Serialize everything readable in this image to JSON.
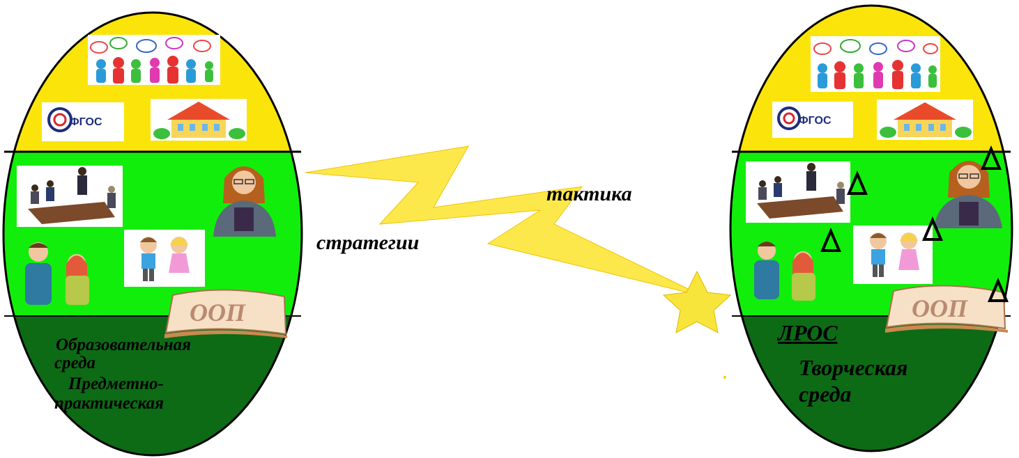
{
  "colors": {
    "top_band": "#fbe40a",
    "middle_band": "#12ee0b",
    "bottom_band": "#0d6b16",
    "lightning": "#fde84c",
    "star": "#f8e53c"
  },
  "left_egg": {
    "fgos_logo": "ФГОС",
    "book_label": "ООП",
    "text_line1": "Образовательная",
    "text_line2": "среда",
    "text_line3": "Предметно-",
    "text_line4": "практическая"
  },
  "right_egg": {
    "fgos_logo": "ФГОС",
    "book_label": "ООП",
    "underlined_label": "ЛРОС",
    "text_line1": "Творческая",
    "text_line2": "среда"
  },
  "arrow_labels": {
    "tactic": "тактика",
    "strategy": "стратегии"
  },
  "icons": {
    "people_group": "people-group-icon",
    "school": "school-icon",
    "meeting": "meeting-icon",
    "teacher": "teacher-icon",
    "parents": "parents-icon",
    "children": "children-icon",
    "book": "book-icon",
    "triangle": "delta-triangle-icon",
    "star": "star-icon",
    "lightning": "lightning-icon"
  }
}
